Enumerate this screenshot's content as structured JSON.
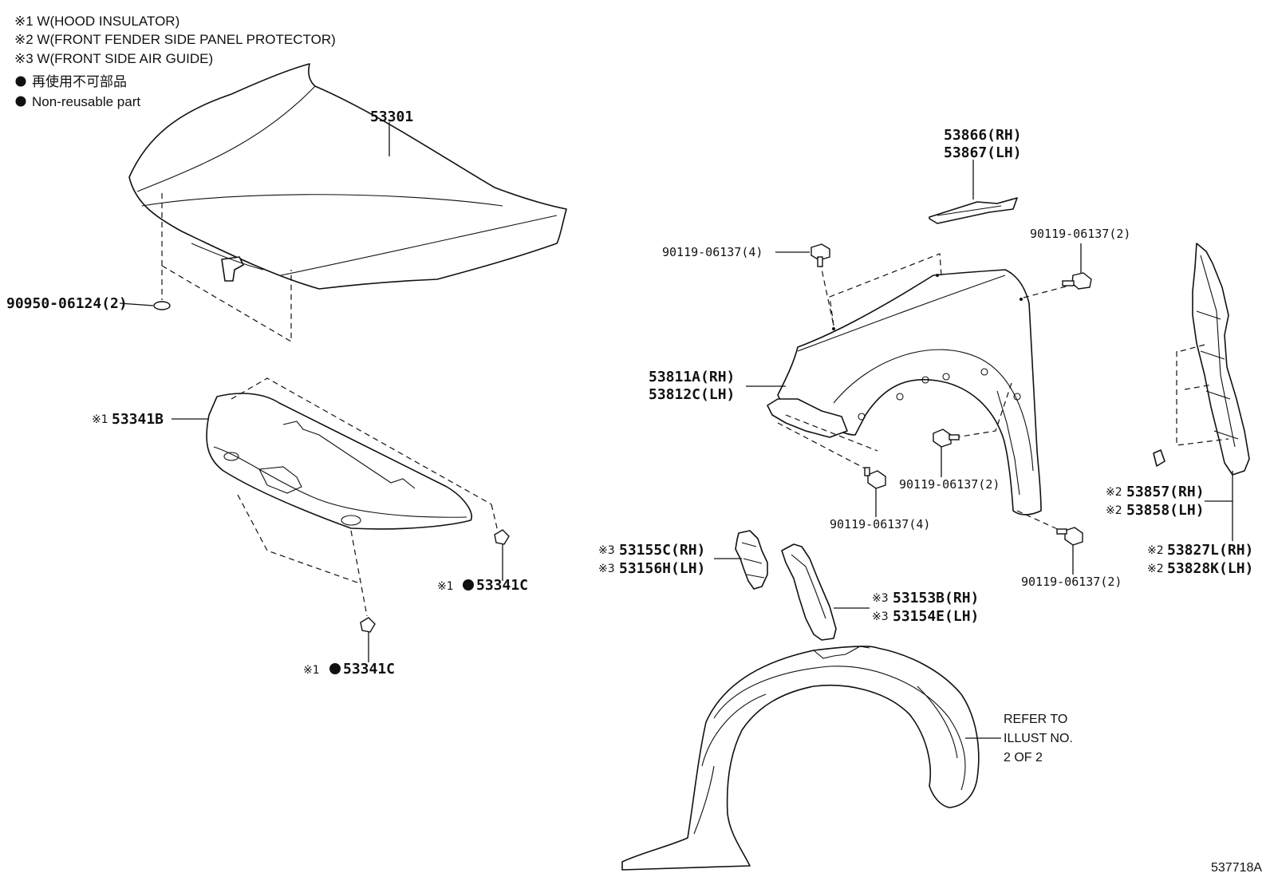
{
  "legend": {
    "note1": "※1 W(HOOD INSULATOR)",
    "note2": "※2 W(FRONT FENDER SIDE PANEL PROTECTOR)",
    "note3": "※3 W(FRONT SIDE AIR GUIDE)",
    "nonreusable_jp": "再使用不可部品",
    "nonreusable_en": "Non-reusable part"
  },
  "parts": {
    "hood": "53301",
    "hood_cushion": "90950-06124(2)",
    "insulator_mark": "※1",
    "insulator": "53341B",
    "clip_right_mark": "※1",
    "clip_right": "53341C",
    "clip_bottom_mark": "※1",
    "clip_bottom": "53341C",
    "seal_rh": "53866(RH)",
    "seal_lh": "53867(LH)",
    "bolt_top_left": "90119-06137(4)",
    "bolt_top_right": "90119-06137(2)",
    "fender_rh": "53811A(RH)",
    "fender_lh": "53812C(LH)",
    "bolt_center": "90119-06137(2)",
    "bolt_lower": "90119-06137(4)",
    "bolt_lower_right": "90119-06137(2)",
    "protector_small_mark_1": "※2",
    "protector_small_rh": "53857(RH)",
    "protector_small_mark_2": "※2",
    "protector_small_lh": "53858(LH)",
    "protector_mark_1": "※2",
    "protector_rh": "53827L(RH)",
    "protector_mark_2": "※2",
    "protector_lh": "53828K(LH)",
    "air_guide_upper_mark_1": "※3",
    "air_guide_upper_rh": "53155C(RH)",
    "air_guide_upper_mark_2": "※3",
    "air_guide_upper_lh": "53156H(LH)",
    "air_guide_lower_mark_1": "※3",
    "air_guide_lower_rh": "53153B(RH)",
    "air_guide_lower_mark_2": "※3",
    "air_guide_lower_lh": "53154E(LH)"
  },
  "refer": {
    "line1": "REFER TO",
    "line2": "ILLUST NO.",
    "line3": "2 OF 2"
  },
  "figure_id": "537718A"
}
